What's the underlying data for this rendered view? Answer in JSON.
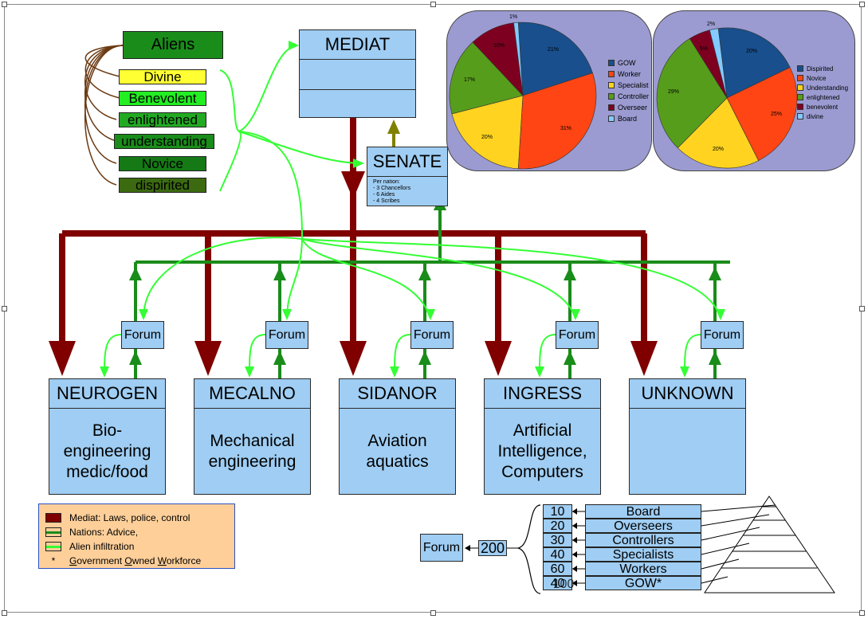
{
  "aliens": {
    "header": "Aliens",
    "levels": [
      {
        "label": "Divine",
        "bg": "#ffff33",
        "fg": "#000000"
      },
      {
        "label": "Benevolent",
        "bg": "#22ee22",
        "fg": "#000000"
      },
      {
        "label": "enlightened",
        "bg": "#22aa22",
        "fg": "#000000"
      },
      {
        "label": "understanding",
        "bg": "#1a8c1a",
        "fg": "#000000"
      },
      {
        "label": "Novice",
        "bg": "#157a15",
        "fg": "#000000"
      },
      {
        "label": "dispirited",
        "bg": "#3c6a10",
        "fg": "#000000"
      }
    ]
  },
  "mediat": {
    "title": "MEDIAT"
  },
  "senate": {
    "title": "SENATE",
    "notes": [
      "Per nation:",
      "- 3 Chancellors",
      "- 6 Aides",
      "- 4 Scribes"
    ]
  },
  "forum_label": "Forum",
  "nations": [
    {
      "name": "NEUROGEN",
      "desc": [
        "Bio-",
        "engineering",
        "medic/food"
      ]
    },
    {
      "name": "MECALNO",
      "desc": [
        "Mechanical",
        "engineering"
      ]
    },
    {
      "name": "SIDANOR",
      "desc": [
        "Aviation",
        "aquatics"
      ]
    },
    {
      "name": "INGRESS",
      "desc": [
        "Artificial",
        "Intelligence,",
        "Computers"
      ]
    },
    {
      "name": "UNKNOWN",
      "desc": []
    }
  ],
  "legend": {
    "items": [
      {
        "label": "Mediat: Laws, police, control",
        "color": "#800000"
      },
      {
        "label": "Nations: Advice,",
        "color": "#1a8c1a"
      },
      {
        "label": "Alien infiltration",
        "color": "#33ff33"
      }
    ],
    "footnote_marker": "*",
    "footnote": [
      "G",
      "overnment ",
      "O",
      "wned ",
      "W",
      "orkforce"
    ]
  },
  "chart_data": [
    {
      "type": "pie",
      "labels": [
        "GOW",
        "Worker",
        "Specialist",
        "Controller",
        "Overseer",
        "Board"
      ],
      "values": [
        21,
        31,
        20,
        17,
        10,
        1
      ],
      "colors": [
        "#184f8c",
        "#ff4513",
        "#ffd320",
        "#579d1c",
        "#7e0021",
        "#83caff"
      ],
      "value_labels": [
        "21%",
        "31%",
        "20%",
        "17%",
        "10%",
        "1%"
      ],
      "legend_position": "right"
    },
    {
      "type": "pie",
      "labels": [
        "Dispirited",
        "Novice",
        "Understanding",
        "enlightened",
        "benevolent",
        "divine"
      ],
      "values": [
        20,
        25,
        20,
        29,
        5,
        2
      ],
      "colors": [
        "#184f8c",
        "#ff4513",
        "#ffd320",
        "#579d1c",
        "#7e0021",
        "#83caff"
      ],
      "value_labels": [
        "20%",
        "25%",
        "20%",
        "29%",
        "5%",
        "2%"
      ],
      "legend_position": "right"
    }
  ],
  "workforce": {
    "total": "200",
    "forum_label": "Forum",
    "counts": [
      "10",
      "20",
      "30",
      "40",
      "60",
      "40"
    ],
    "counts_overlap": "100",
    "ranks": [
      "Board",
      "Overseers",
      "Controllers",
      "Specialists",
      "Workers",
      "GOW*"
    ]
  },
  "colors": {
    "mediat": "#800000",
    "nation": "#1a8c1a",
    "alien": "#33ff33",
    "box": "#9fcdf3",
    "senate_arrow": "#808000"
  }
}
